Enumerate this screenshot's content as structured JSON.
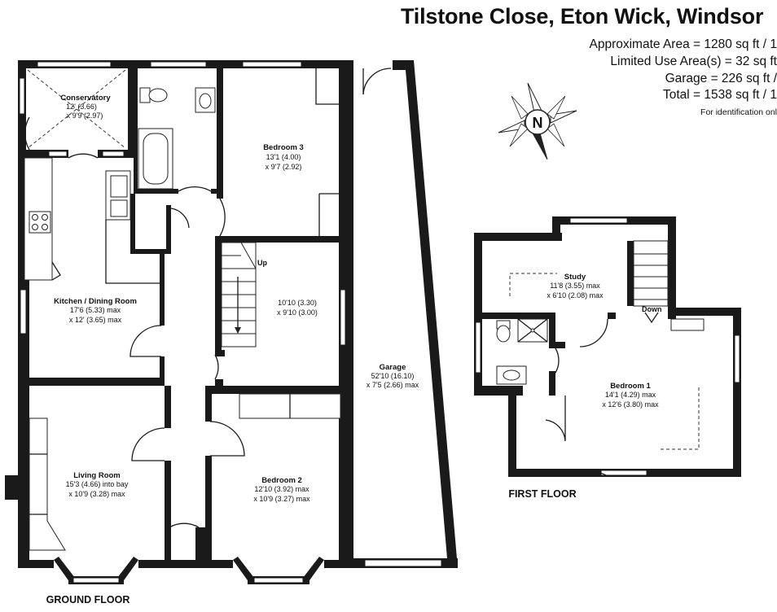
{
  "header": {
    "title": "Tilstone Close, Eton Wick, Windsor",
    "approx_area": "Approximate Area = 1280 sq ft / 1",
    "limited_use": "Limited Use Area(s) = 32 sq ft",
    "garage": "Garage = 226 sq ft /",
    "total": "Total = 1538 sq ft / 1",
    "note": "For identification onl"
  },
  "compass": {
    "letter": "N"
  },
  "floors": {
    "ground": "GROUND FLOOR",
    "first": "FIRST FLOOR"
  },
  "rooms": {
    "conservatory": {
      "name": "Conservatory",
      "dim1": "12' (3.66)",
      "dim2": "x 9'9 (2.97)"
    },
    "bedroom3": {
      "name": "Bedroom 3",
      "dim1": "13'1 (4.00)",
      "dim2": "x 9'7 (2.92)"
    },
    "kitchen": {
      "name": "Kitchen / Dining Room",
      "dim1": "17'6 (5.33) max",
      "dim2": "x 12' (3.65) max"
    },
    "middle": {
      "dim1": "10'10 (3.30)",
      "dim2": "x 9'10 (3.00)"
    },
    "garage": {
      "name": "Garage",
      "dim1": "52'10 (16.10)",
      "dim2": "x 7'5 (2.66) max"
    },
    "living": {
      "name": "Living Room",
      "dim1": "15'3 (4.66) into bay",
      "dim2": "x 10'9 (3.28) max"
    },
    "bedroom2": {
      "name": "Bedroom 2",
      "dim1": "12'10 (3.92) max",
      "dim2": "x 10'9 (3.27) max"
    },
    "study": {
      "name": "Study",
      "dim1": "11'8 (3.55) max",
      "dim2": "x 6'10 (2.08) max"
    },
    "bedroom1": {
      "name": "Bedroom 1",
      "dim1": "14'1 (4.29) max",
      "dim2": "x 12'6 (3.80) max"
    }
  },
  "stairs": {
    "up": "Up",
    "down": "Down"
  }
}
